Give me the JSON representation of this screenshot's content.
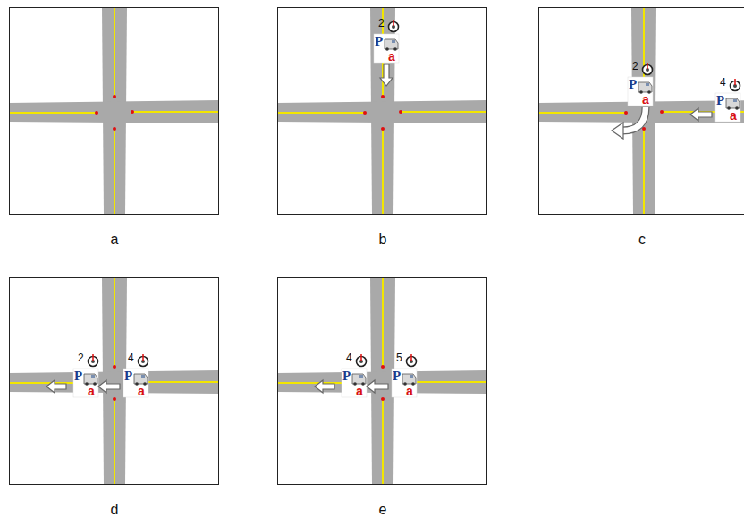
{
  "diagram": {
    "labels": [
      "2",
      "P",
      "a",
      "2",
      "P",
      "a",
      "4",
      "P",
      "a",
      "2",
      "P",
      "a",
      "4",
      "P",
      "a",
      "4",
      "P",
      "a",
      "5",
      "P",
      "a",
      "a",
      "b",
      "c",
      "d",
      "e"
    ]
  }
}
